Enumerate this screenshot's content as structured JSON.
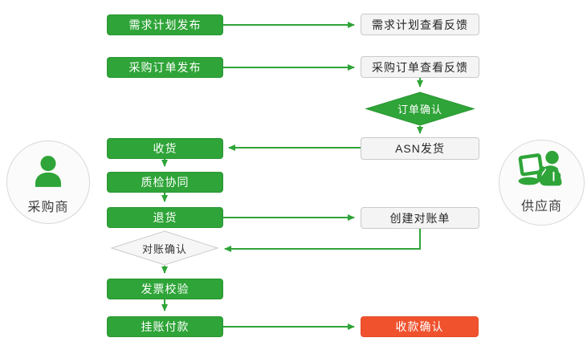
{
  "colors": {
    "process_green": "#2fa438",
    "terminal_red": "#f0522e",
    "light_box_bg": "#f4f4f4",
    "light_box_border": "#c9c9c9",
    "edge_green": "#2fa438"
  },
  "actors": {
    "buyer": {
      "label": "采购商"
    },
    "supplier": {
      "label": "供应商"
    }
  },
  "nodes": {
    "demand_plan_publish": {
      "label": "需求计划发布",
      "type": "process-green"
    },
    "demand_plan_feedback": {
      "label": "需求计划查看反馈",
      "type": "process-light"
    },
    "po_publish": {
      "label": "采购订单发布",
      "type": "process-green"
    },
    "po_feedback": {
      "label": "采购订单查看反馈",
      "type": "process-light"
    },
    "order_confirm": {
      "label": "订单确认",
      "type": "decision-green"
    },
    "asn_ship": {
      "label": "ASN发货",
      "type": "process-light"
    },
    "receive": {
      "label": "收货",
      "type": "process-green"
    },
    "quality_collab": {
      "label": "质检协同",
      "type": "process-green"
    },
    "return_goods": {
      "label": "退货",
      "type": "process-green"
    },
    "create_statement": {
      "label": "创建对账单",
      "type": "process-light"
    },
    "statement_confirm": {
      "label": "对账确认",
      "type": "decision-light"
    },
    "invoice_check": {
      "label": "发票校验",
      "type": "process-green"
    },
    "payment": {
      "label": "挂账付款",
      "type": "process-green"
    },
    "receipt_confirm": {
      "label": "收款确认",
      "type": "process-red"
    }
  },
  "edges": [
    {
      "from": "demand_plan_publish",
      "to": "demand_plan_feedback"
    },
    {
      "from": "po_publish",
      "to": "po_feedback"
    },
    {
      "from": "po_feedback",
      "to": "order_confirm"
    },
    {
      "from": "order_confirm",
      "to": "asn_ship"
    },
    {
      "from": "asn_ship",
      "to": "receive"
    },
    {
      "from": "receive",
      "to": "quality_collab"
    },
    {
      "from": "quality_collab",
      "to": "return_goods"
    },
    {
      "from": "return_goods",
      "to": "create_statement"
    },
    {
      "from": "create_statement",
      "to": "statement_confirm"
    },
    {
      "from": "statement_confirm",
      "to": "invoice_check"
    },
    {
      "from": "invoice_check",
      "to": "payment"
    },
    {
      "from": "payment",
      "to": "receipt_confirm"
    }
  ]
}
